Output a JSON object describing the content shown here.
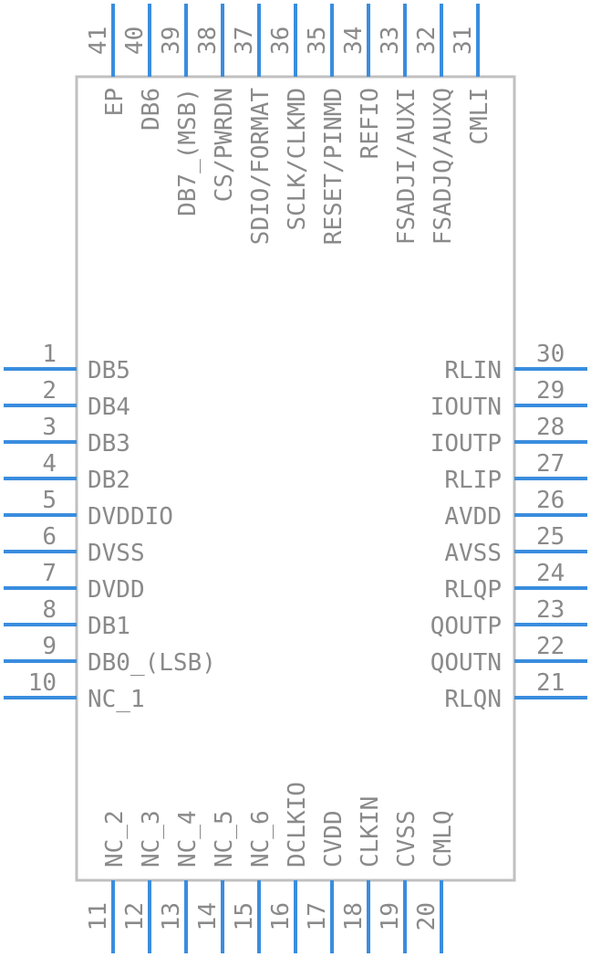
{
  "colors": {
    "pin": "#3a8dde",
    "body": "#c0c0c0",
    "text": "#8a8a8a",
    "background": "#ffffff"
  },
  "left_pins": [
    {
      "num": "1",
      "name": "DB5"
    },
    {
      "num": "2",
      "name": "DB4"
    },
    {
      "num": "3",
      "name": "DB3"
    },
    {
      "num": "4",
      "name": "DB2"
    },
    {
      "num": "5",
      "name": "DVDDIO"
    },
    {
      "num": "6",
      "name": "DVSS"
    },
    {
      "num": "7",
      "name": "DVDD"
    },
    {
      "num": "8",
      "name": "DB1"
    },
    {
      "num": "9",
      "name": "DB0_(LSB)"
    },
    {
      "num": "10",
      "name": "NC_1"
    }
  ],
  "right_pins": [
    {
      "num": "30",
      "name": "RLIN"
    },
    {
      "num": "29",
      "name": "IOUTN"
    },
    {
      "num": "28",
      "name": "IOUTP"
    },
    {
      "num": "27",
      "name": "RLIP"
    },
    {
      "num": "26",
      "name": "AVDD"
    },
    {
      "num": "25",
      "name": "AVSS"
    },
    {
      "num": "24",
      "name": "RLQP"
    },
    {
      "num": "23",
      "name": "QOUTP"
    },
    {
      "num": "22",
      "name": "QOUTN"
    },
    {
      "num": "21",
      "name": "RLQN"
    }
  ],
  "bottom_pins": [
    {
      "num": "11",
      "name": "NC_2"
    },
    {
      "num": "12",
      "name": "NC_3"
    },
    {
      "num": "13",
      "name": "NC_4"
    },
    {
      "num": "14",
      "name": "NC_5"
    },
    {
      "num": "15",
      "name": "NC_6"
    },
    {
      "num": "16",
      "name": "DCLKIO"
    },
    {
      "num": "17",
      "name": "CVDD"
    },
    {
      "num": "18",
      "name": "CLKIN"
    },
    {
      "num": "19",
      "name": "CVSS"
    },
    {
      "num": "20",
      "name": "CMLQ"
    }
  ],
  "top_pins": [
    {
      "num": "41",
      "name": "EP"
    },
    {
      "num": "40",
      "name": "DB6"
    },
    {
      "num": "39",
      "name": "DB7_(MSB)"
    },
    {
      "num": "38",
      "name": "CS/PWRDN"
    },
    {
      "num": "37",
      "name": "SDIO/FORMAT"
    },
    {
      "num": "36",
      "name": "SCLK/CLKMD"
    },
    {
      "num": "35",
      "name": "RESET/PINMD"
    },
    {
      "num": "34",
      "name": "REFIO"
    },
    {
      "num": "33",
      "name": "FSADJI/AUXI"
    },
    {
      "num": "32",
      "name": "FSADJQ/AUXQ"
    },
    {
      "num": "31",
      "name": "CMLI"
    }
  ]
}
